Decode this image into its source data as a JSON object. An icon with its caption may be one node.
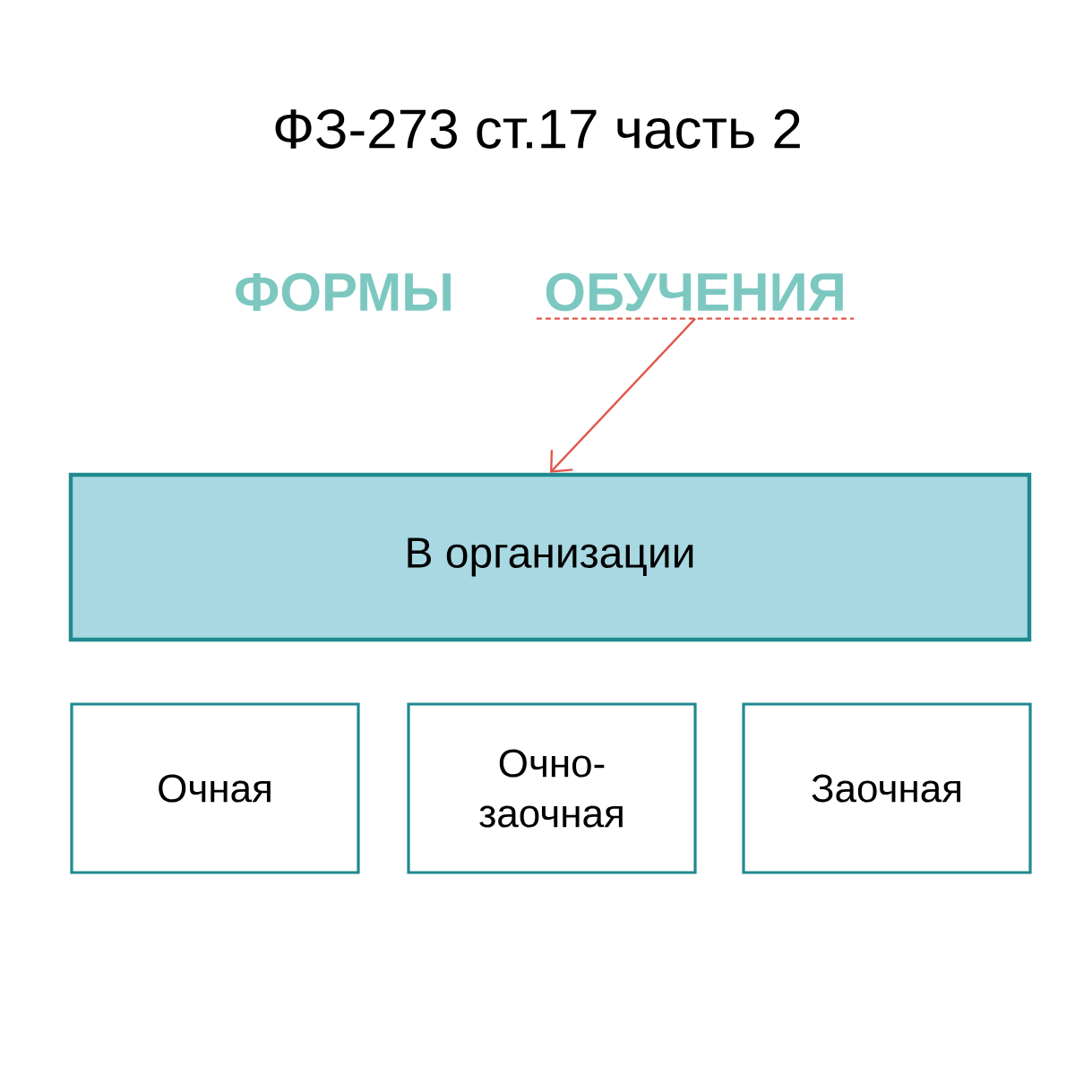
{
  "diagram": {
    "title": "ФЗ-273 ст.17 часть 2",
    "nodes": [
      {
        "text": [
          "ОБУЧЕНИЯ"
        ]
      },
      {
        "text": [
          "В организации"
        ]
      },
      {
        "text": [
          "Очная"
        ]
      },
      {
        "text": [
          "Очно- заочная"
        ]
      },
      {
        "text": [
          "Заочная"
        ]
      }
    ],
    "edges": [
      {
        "from": 0,
        "to": 1,
        "arrow": "to",
        "color": "#e0564a"
      }
    ],
    "labels": [
      "ФОРМЫ"
    ]
  }
}
